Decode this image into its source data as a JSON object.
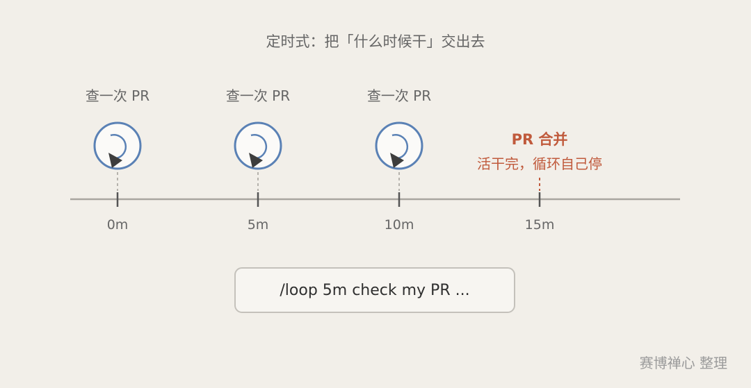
{
  "title": "定时式：把「什么时候干」交出去",
  "checks": [
    {
      "label": "查一次 PR",
      "time": "0m"
    },
    {
      "label": "查一次 PR",
      "time": "5m"
    },
    {
      "label": "查一次 PR",
      "time": "10m"
    }
  ],
  "stop": {
    "title": "PR 合并",
    "subtitle": "活干完，循环自己停",
    "time": "15m"
  },
  "command": "/loop 5m check my PR ...",
  "credit": "赛博禅心 整理",
  "colors": {
    "background": "#f2efe9",
    "clock_blue": "#5a81b5",
    "stop_red": "#c05a3c",
    "axis": "#a9a6a0"
  },
  "icons": {
    "check": "clock-loop-icon"
  }
}
